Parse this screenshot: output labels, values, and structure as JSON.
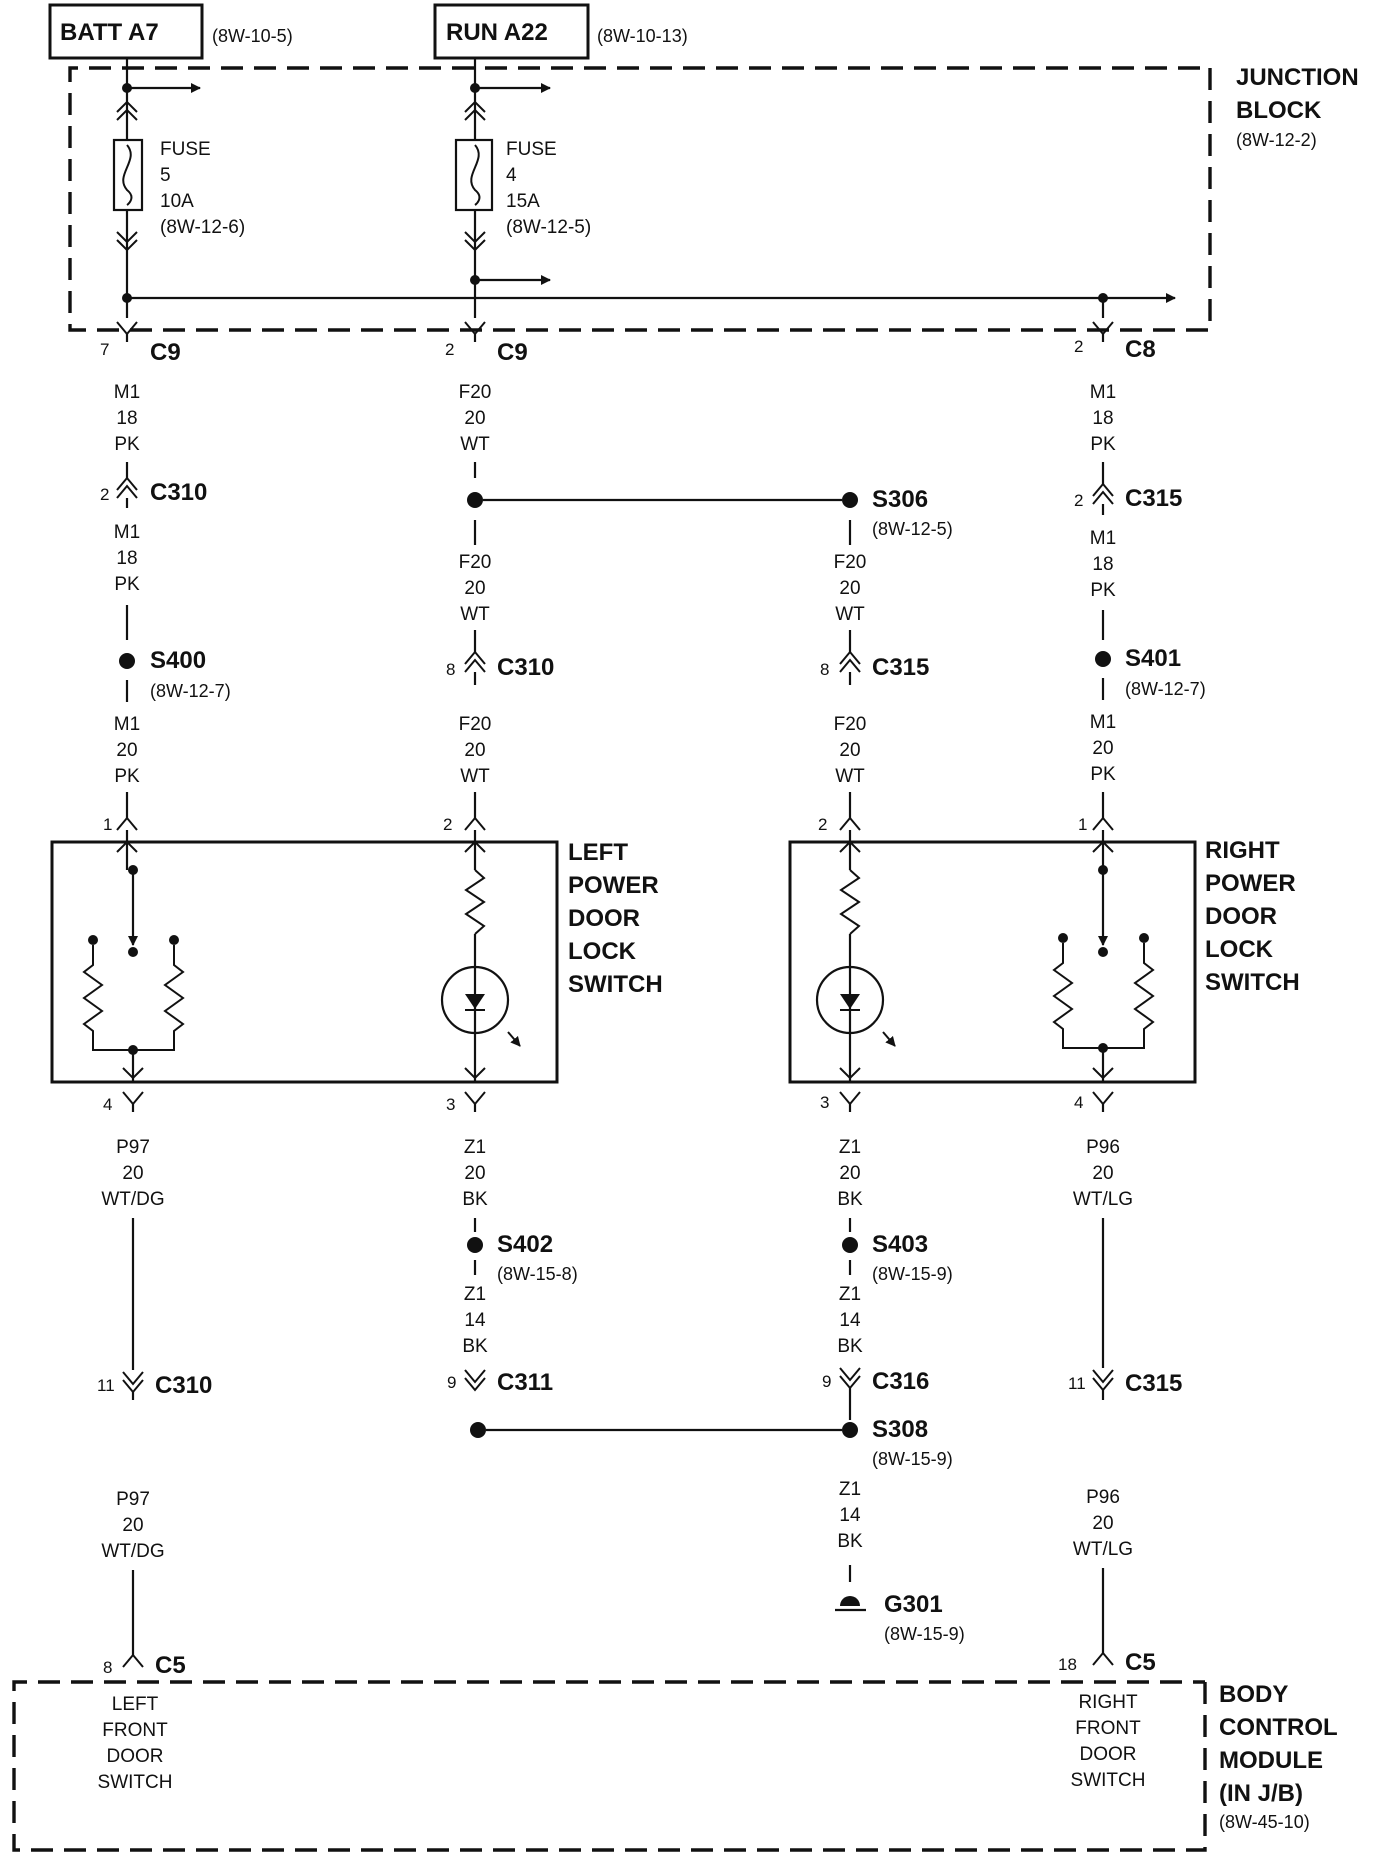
{
  "sources": {
    "batt": {
      "name": "BATT A7",
      "ref": "(8W-10-5)"
    },
    "run": {
      "name": "RUN A22",
      "ref": "(8W-10-13)"
    }
  },
  "junction_block": {
    "line1": "JUNCTION",
    "line2": "BLOCK",
    "ref": "(8W-12-2)"
  },
  "fuses": [
    {
      "label": "FUSE",
      "number": "5",
      "rating": "10A",
      "ref": "(8W-12-6)"
    },
    {
      "label": "FUSE",
      "number": "4",
      "rating": "15A",
      "ref": "(8W-12-5)"
    }
  ],
  "connectors": {
    "c9_left": {
      "pin": "7",
      "name": "C9"
    },
    "c9_mid": {
      "pin": "2",
      "name": "C9"
    },
    "c8": {
      "pin": "2",
      "name": "C8"
    },
    "c310_top": {
      "pin": "2",
      "name": "C310"
    },
    "c310_mid": {
      "pin": "8",
      "name": "C310"
    },
    "c315_mid": {
      "pin": "8",
      "name": "C315"
    },
    "c315_top": {
      "pin": "2",
      "name": "C315"
    },
    "c310_low": {
      "pin": "11",
      "name": "C310"
    },
    "c311": {
      "pin": "9",
      "name": "C311"
    },
    "c316": {
      "pin": "9",
      "name": "C316"
    },
    "c315_low": {
      "pin": "11",
      "name": "C315"
    },
    "c5_left": {
      "pin": "8",
      "name": "C5"
    },
    "c5_right": {
      "pin": "18",
      "name": "C5"
    }
  },
  "splices": {
    "s306": {
      "name": "S306",
      "ref": "(8W-12-5)"
    },
    "s400": {
      "name": "S400",
      "ref": "(8W-12-7)"
    },
    "s401": {
      "name": "S401",
      "ref": "(8W-12-7)"
    },
    "s402": {
      "name": "S402",
      "ref": "(8W-15-8)"
    },
    "s403": {
      "name": "S403",
      "ref": "(8W-15-9)"
    },
    "s308": {
      "name": "S308",
      "ref": "(8W-15-9)"
    }
  },
  "ground": {
    "name": "G301",
    "ref": "(8W-15-9)"
  },
  "wires": {
    "m1_18_pk": {
      "circuit": "M1",
      "gauge": "18",
      "color": "PK"
    },
    "m1_20_pk": {
      "circuit": "M1",
      "gauge": "20",
      "color": "PK"
    },
    "f20_20_wt": {
      "circuit": "F20",
      "gauge": "20",
      "color": "WT"
    },
    "p97_20": {
      "circuit": "P97",
      "gauge": "20",
      "color": "WT/DG"
    },
    "p96_20": {
      "circuit": "P96",
      "gauge": "20",
      "color": "WT/LG"
    },
    "z1_20_bk": {
      "circuit": "Z1",
      "gauge": "20",
      "color": "BK"
    },
    "z1_14_bk": {
      "circuit": "Z1",
      "gauge": "14",
      "color": "BK"
    }
  },
  "left_switch": {
    "line1": "LEFT",
    "line2": "POWER",
    "line3": "DOOR",
    "line4": "LOCK",
    "line5": "SWITCH",
    "pins": [
      "1",
      "2",
      "4",
      "3"
    ]
  },
  "right_switch": {
    "line1": "RIGHT",
    "line2": "POWER",
    "line3": "DOOR",
    "line4": "LOCK",
    "line5": "SWITCH",
    "pins": [
      "2",
      "1",
      "3",
      "4"
    ]
  },
  "bcm": {
    "line1": "BODY",
    "line2": "CONTROL",
    "line3": "MODULE",
    "line4": "(IN J/B)",
    "ref": "(8W-45-10)"
  },
  "bcm_inputs": {
    "left": {
      "line1": "LEFT",
      "line2": "FRONT",
      "line3": "DOOR",
      "line4": "SWITCH"
    },
    "right": {
      "line1": "RIGHT",
      "line2": "FRONT",
      "line3": "DOOR",
      "line4": "SWITCH"
    }
  }
}
